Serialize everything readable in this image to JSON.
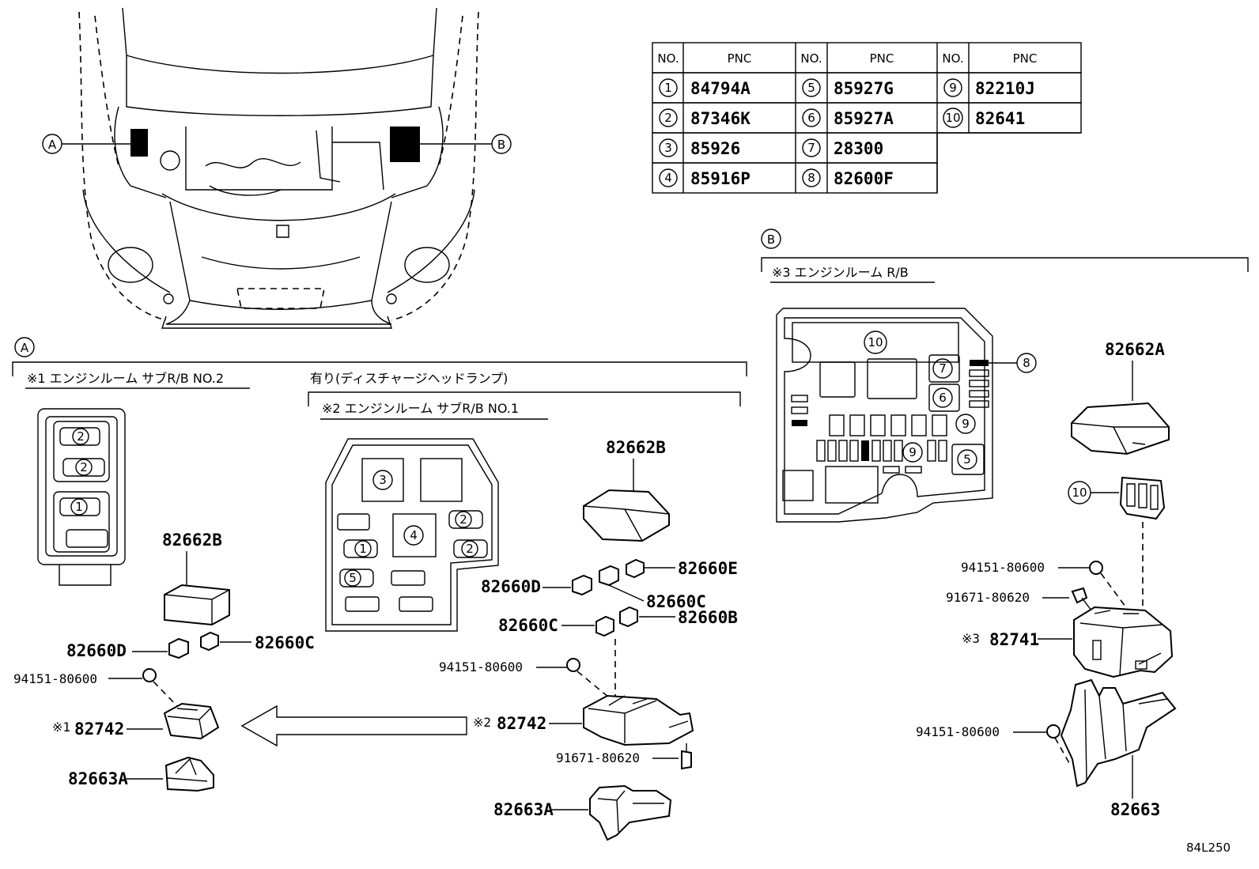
{
  "pnc_table": {
    "header_no": "NO.",
    "header_pnc": "PNC",
    "rows": [
      {
        "no": "1",
        "pnc": "84794A"
      },
      {
        "no": "2",
        "pnc": "87346K"
      },
      {
        "no": "3",
        "pnc": "85926"
      },
      {
        "no": "4",
        "pnc": "85916P"
      },
      {
        "no": "5",
        "pnc": "85927G"
      },
      {
        "no": "6",
        "pnc": "85927A"
      },
      {
        "no": "7",
        "pnc": "28300"
      },
      {
        "no": "8",
        "pnc": "82600F"
      },
      {
        "no": "9",
        "pnc": "82210J"
      },
      {
        "no": "10",
        "pnc": "82641"
      }
    ]
  },
  "callouts": {
    "a": "A",
    "b": "B"
  },
  "section_a": {
    "title1": "※1 エンジンルーム サブR/B NO.2",
    "option_note": "有り(ディスチャージヘッドランプ)",
    "title2": "※2 エンジンルーム サブR/B NO.1"
  },
  "section_b": {
    "title3": "※3 エンジンルーム R/B"
  },
  "parts": {
    "p82662B_left": "82662B",
    "p82660D_left": "82660D",
    "p82660C_left": "82660C",
    "p94151_left": "94151-80600",
    "p82742_left_mark": "※1",
    "p82742_left": "82742",
    "p82663A_left": "82663A",
    "p82662B_mid": "82662B",
    "p82660E": "82660E",
    "p82660D_mid": "82660D",
    "p82660C_mid1": "82660C",
    "p82660C_mid2": "82660C",
    "p82660B": "82660B",
    "p94151_mid": "94151-80600",
    "p82742_mid_mark": "※2",
    "p82742_mid": "82742",
    "p91671_mid": "91671-80620",
    "p82663A_mid": "82663A",
    "p82662A": "82662A",
    "p94151_right1": "94151-80600",
    "p91671_right": "91671-80620",
    "p82741_mark": "※3",
    "p82741": "82741",
    "p94151_right2": "94151-80600",
    "p82663": "82663"
  },
  "fuse_box_nos": {
    "l1": "2",
    "l2": "2",
    "l3": "1",
    "m3": "3",
    "m4": "4",
    "m2a": "2",
    "m1": "1",
    "m2b": "2",
    "m5": "5",
    "r10": "10",
    "r8": "8",
    "r7": "7",
    "r6": "6",
    "r9a": "9",
    "r9b": "9",
    "r5": "5",
    "c10": "10"
  },
  "figure_code": "84L250"
}
